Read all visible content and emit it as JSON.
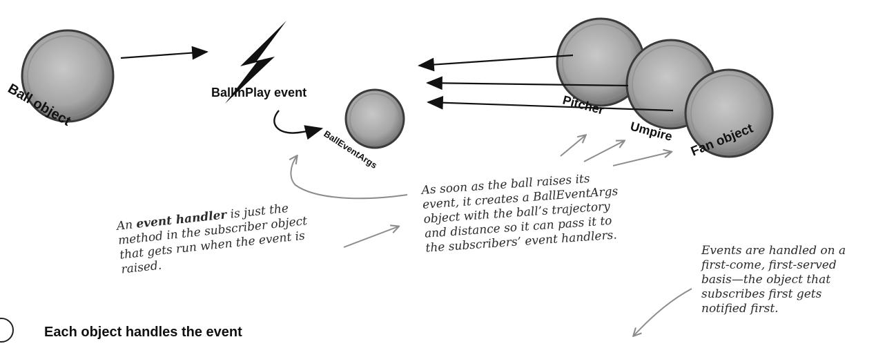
{
  "event": {
    "label": "BallInPlay event"
  },
  "objects": {
    "ball": "Ball object",
    "args": "BallEventArgs",
    "pitcher": "Pitcher",
    "umpire": "Umpire",
    "fan": "Fan object"
  },
  "notes": {
    "handler_prefix": "An ",
    "handler_term": "event handler",
    "handler_rest": " is just the",
    "handler_lines": [
      "method in the subscriber object",
      "that gets run when the event is",
      "raised."
    ],
    "raise_lines": [
      "As soon as the ball raises its",
      "event, it creates a BallEventArgs",
      "object with the ball’s trajectory",
      "and distance so it can pass it to",
      "the subscribers’ event handlers."
    ],
    "order_lines": [
      "Events are handled on a",
      "first-come, first-served",
      "basis—the object that",
      "subscribes first gets",
      "notified first."
    ]
  },
  "step": {
    "heading": "Each object handles the event"
  },
  "colors": {
    "ball_fill": "#a9a9a9",
    "ball_outline": "#3a3a3a",
    "annotation_arrow": "#8c8c8c",
    "arrow": "#111111"
  }
}
